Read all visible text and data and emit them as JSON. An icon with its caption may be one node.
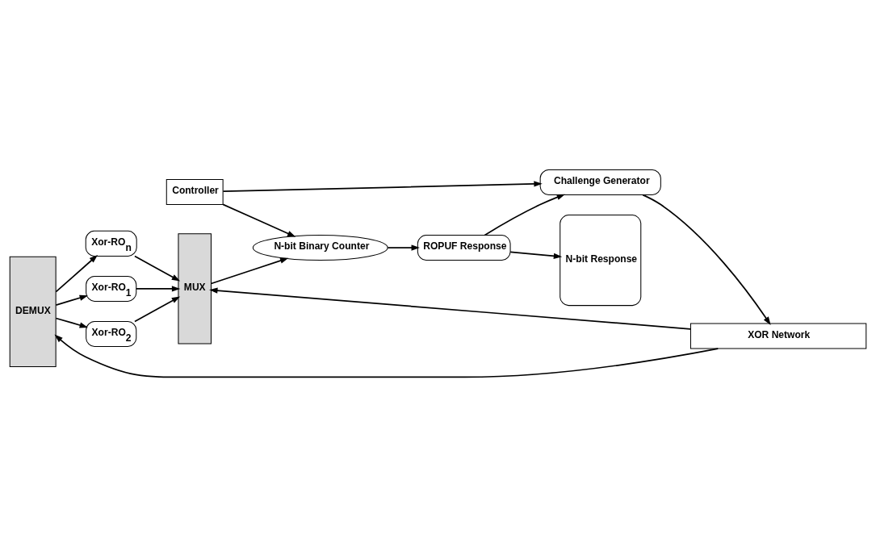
{
  "diagram": {
    "nodes": [
      {
        "text": [
          "DEMUX"
        ]
      },
      {
        "text": [
          "Xor-RO$_{1}$"
        ]
      },
      {
        "text": [
          "Xor-RO$_{2}$"
        ]
      },
      {
        "text": [
          "Xor-RO$_{n}$"
        ]
      },
      {
        "text": [
          "MUX"
        ]
      },
      {
        "text": [
          "N-bit Binary Counter"
        ]
      },
      {
        "text": [
          "XOR Network"
        ]
      },
      {
        "text": [
          "ROPUF Response"
        ]
      },
      {
        "text": [
          "N-bit Response"
        ]
      },
      {
        "text": [
          "Challenge Generator"
        ]
      },
      {
        "text": [
          "Controller"
        ]
      }
    ],
    "edges": [
      {
        "from": 0,
        "to": 1,
        "arrow": "to"
      },
      {
        "from": 0,
        "to": 2,
        "arrow": "to"
      },
      {
        "from": 0,
        "to": 3,
        "arrow": "to"
      },
      {
        "from": 1,
        "to": 4,
        "arrow": "to"
      },
      {
        "from": 2,
        "to": 4,
        "arrow": "to"
      },
      {
        "from": 3,
        "to": 4,
        "arrow": "to"
      },
      {
        "from": 4,
        "to": 5,
        "arrow": "to"
      },
      {
        "from": 5,
        "to": 7,
        "arrow": "to"
      },
      {
        "from": 7,
        "to": 8,
        "arrow": "to"
      },
      {
        "from": 6,
        "to": 0,
        "arrow": "to"
      },
      {
        "from": 6,
        "to": 4,
        "arrow": "to"
      },
      {
        "from": 7,
        "to": 9,
        "arrow": "to"
      },
      {
        "from": 9,
        "to": 6,
        "arrow": "to"
      },
      {
        "from": 10,
        "to": 9,
        "arrow": "to"
      },
      {
        "from": 10,
        "to": 5,
        "arrow": "to"
      }
    ]
  }
}
